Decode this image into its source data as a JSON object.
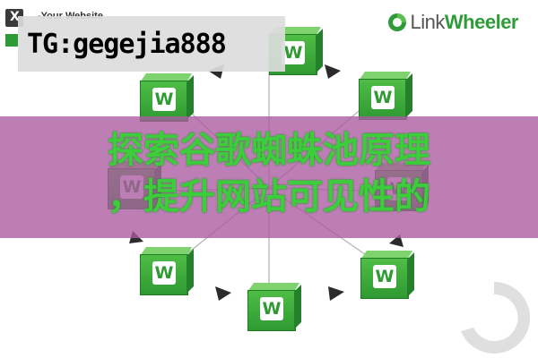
{
  "site_brand": {
    "logo_text": "-Your Website"
  },
  "logo": {
    "part1": "Link",
    "part2": "Wheeler",
    "icon": "linkwheeler-swirl-icon"
  },
  "cubes": {
    "letter": "W",
    "count": 8
  },
  "overlay": {
    "tg_text": "TG:gegejia888",
    "headline_line1": "探索谷歌蜘蛛池原理",
    "headline_line2": "，提升网站可见性的"
  },
  "colors": {
    "cube_green": "#3aa83a",
    "overlay_band": "#aa58a0",
    "headline_green": "#3ccc3c",
    "logo_green": "#2f9b39"
  }
}
